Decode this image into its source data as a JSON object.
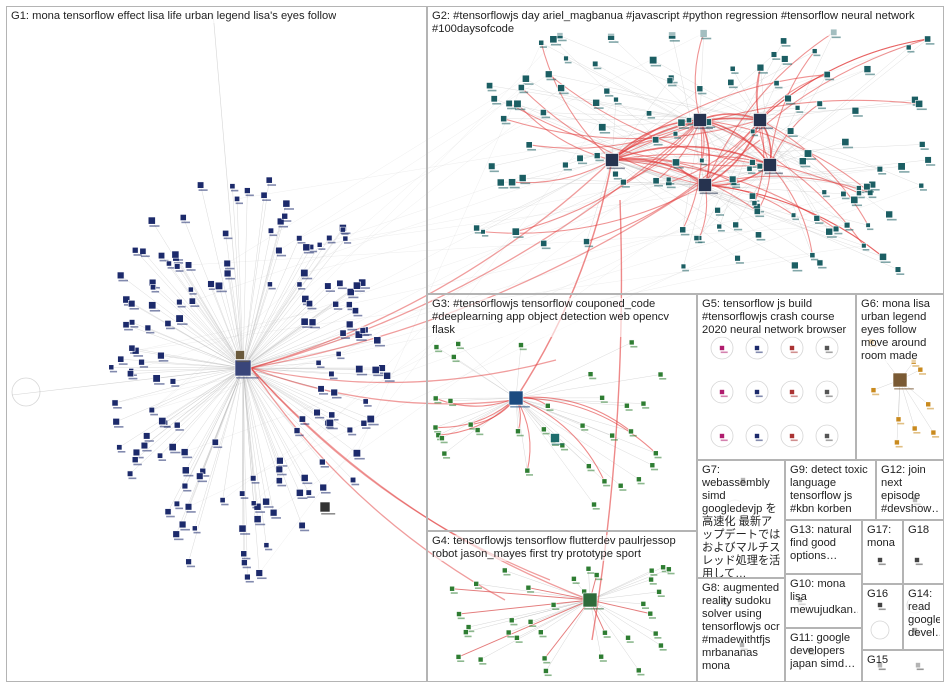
{
  "groups": [
    {
      "id": "G1",
      "label": "G1: mona tensorflow effect lisa life urban legend lisa's eyes follow"
    },
    {
      "id": "G2",
      "label": "G2: #tensorflowjs day ariel_magbanua #javascript #python regression #tensorflow neural network #100daysofcode"
    },
    {
      "id": "G3",
      "label": "G3: #tensorflowjs tensorflow couponed_code #deeplearning app object detection web opencv flask"
    },
    {
      "id": "G4",
      "label": "G4: tensorflowjs tensorflow flutterdev paulrjessop robot jason_mayes first try prototype sport"
    },
    {
      "id": "G5",
      "label": "G5: tensorflow js build #tensorflowjs crash course 2020 neural network browser"
    },
    {
      "id": "G6",
      "label": "G6: mona lisa urban legend eyes follow move around room made"
    },
    {
      "id": "G7",
      "label": "G7: webassembly simd googledevjp を高速化 最新アップデートでは およびマルチスレッド処理を活用して…"
    },
    {
      "id": "G8",
      "label": "G8: augmented reality sudoku solver using tensorflowjs ocr #madewithtfjs mrbananas mona"
    },
    {
      "id": "G9",
      "label": "G9: detect toxic language tensorflow js #kbn korben"
    },
    {
      "id": "G10",
      "label": "G10: mona lisa mewujudkan…"
    },
    {
      "id": "G11",
      "label": "G11: google developers japan simd…"
    },
    {
      "id": "G12",
      "label": "G12: join next episode #devshow…"
    },
    {
      "id": "G13",
      "label": "G13: natural find good options…"
    },
    {
      "id": "G14",
      "label": "G14: read google devel…"
    },
    {
      "id": "G15",
      "label": "G15"
    },
    {
      "id": "G16",
      "label": "G16"
    },
    {
      "id": "G17",
      "label": "G17: mona"
    },
    {
      "id": "G18",
      "label": "G18"
    }
  ],
  "colors": {
    "box_border": "#b4b4b4",
    "edge_gray": "#b9b9b9",
    "edge_red": "#e23b3b",
    "node_navy": "#1c2a6b",
    "node_green": "#2e7d32",
    "node_teal": "#1b5e63",
    "loop_gray": "#d6d6d6"
  }
}
